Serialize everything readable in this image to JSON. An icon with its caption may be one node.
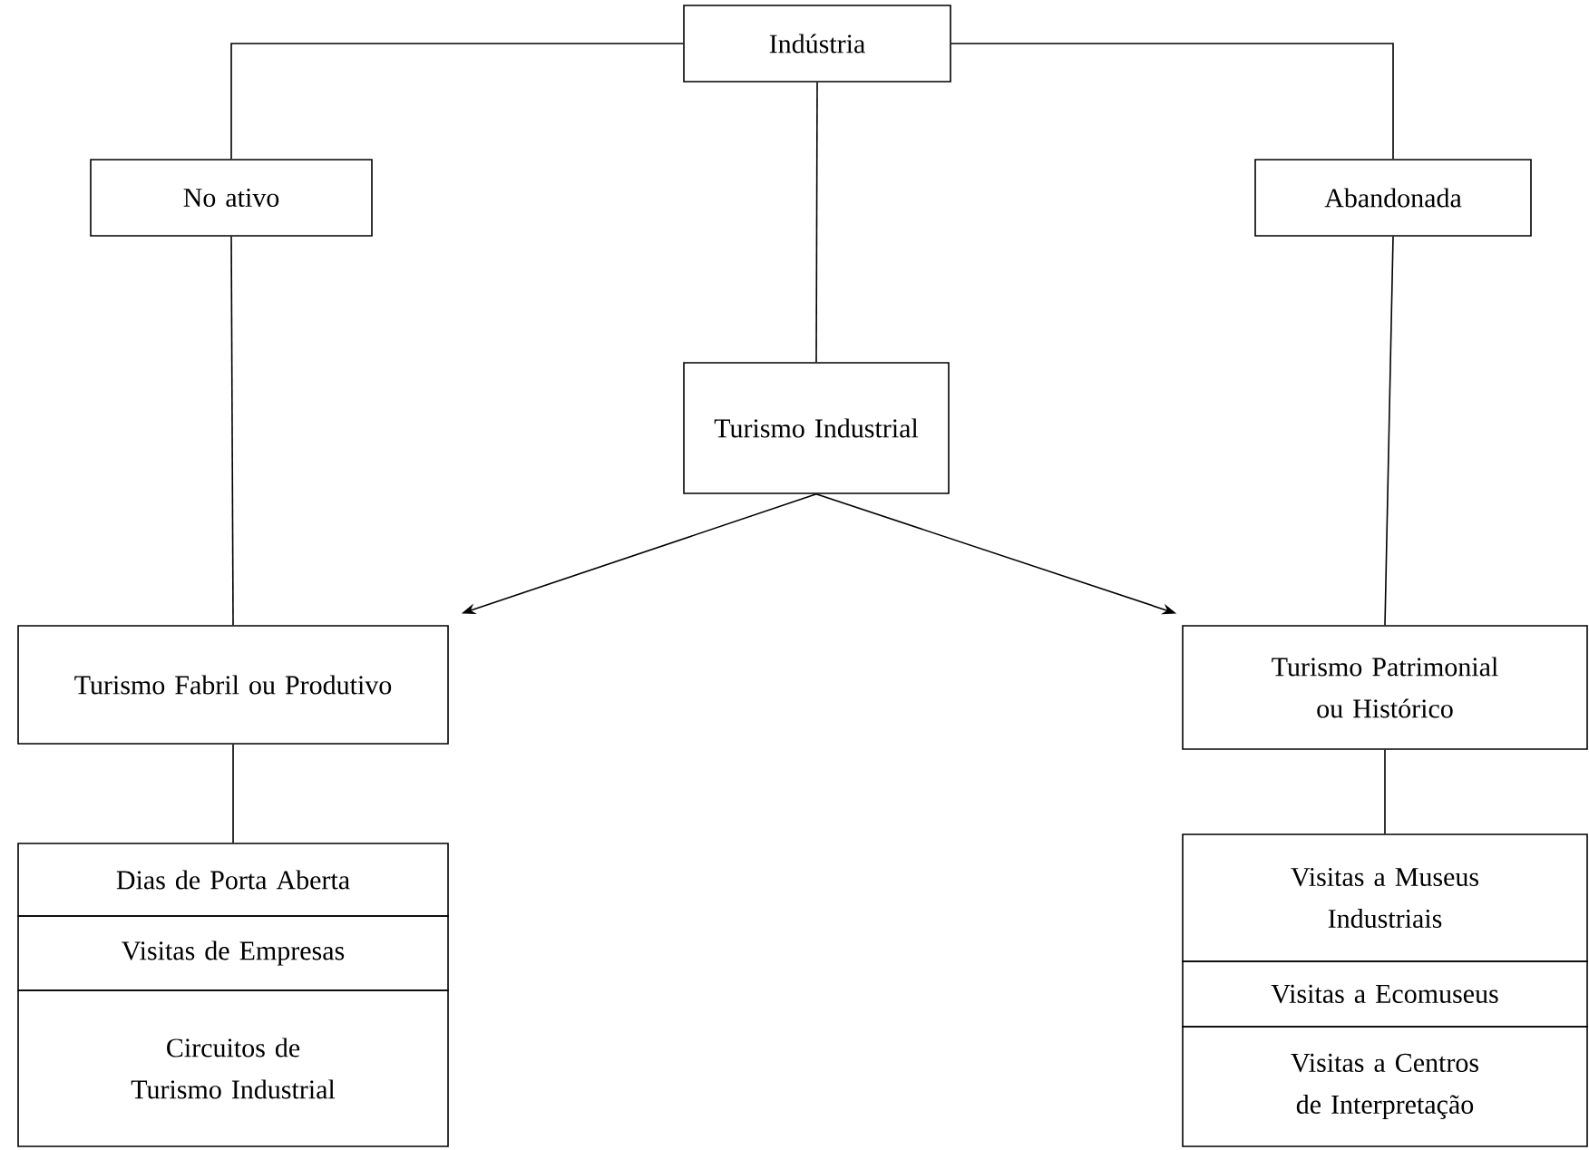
{
  "diagram": {
    "nodes": [
      {
        "text": [
          "Indústria"
        ]
      },
      {
        "text": [
          "No ativo"
        ]
      },
      {
        "text": [
          "Abandonada"
        ]
      },
      {
        "text": [
          "Turismo Industrial"
        ]
      },
      {
        "text": [
          "Turismo Fabril ou Produtivo"
        ]
      },
      {
        "text": [
          "Turismo Patrimonial ou Histórico"
        ]
      },
      {
        "text": [
          "Dias de Porta Aberta"
        ]
      },
      {
        "text": [
          "Visitas de Empresas"
        ]
      },
      {
        "text": [
          "Circuitos de Turismo Industrial"
        ]
      },
      {
        "text": [
          "Visitas a Museus Industriais"
        ]
      },
      {
        "text": [
          "Visitas a Ecomuseus"
        ]
      },
      {
        "text": [
          "Visitas a Centros de Interpretação"
        ]
      }
    ],
    "edges": [
      {
        "from": 0,
        "to": 1,
        "arrow": "none"
      },
      {
        "from": 0,
        "to": 2,
        "arrow": "none"
      },
      {
        "from": 0,
        "to": 3,
        "arrow": "none"
      },
      {
        "from": 3,
        "to": 4,
        "arrow": "to"
      },
      {
        "from": 3,
        "to": 5,
        "arrow": "to"
      },
      {
        "from": 1,
        "to": 4,
        "arrow": "none"
      },
      {
        "from": 2,
        "to": 5,
        "arrow": "none"
      },
      {
        "from": 4,
        "to": 6,
        "arrow": "none"
      },
      {
        "from": 5,
        "to": 9,
        "arrow": "none"
      }
    ]
  }
}
